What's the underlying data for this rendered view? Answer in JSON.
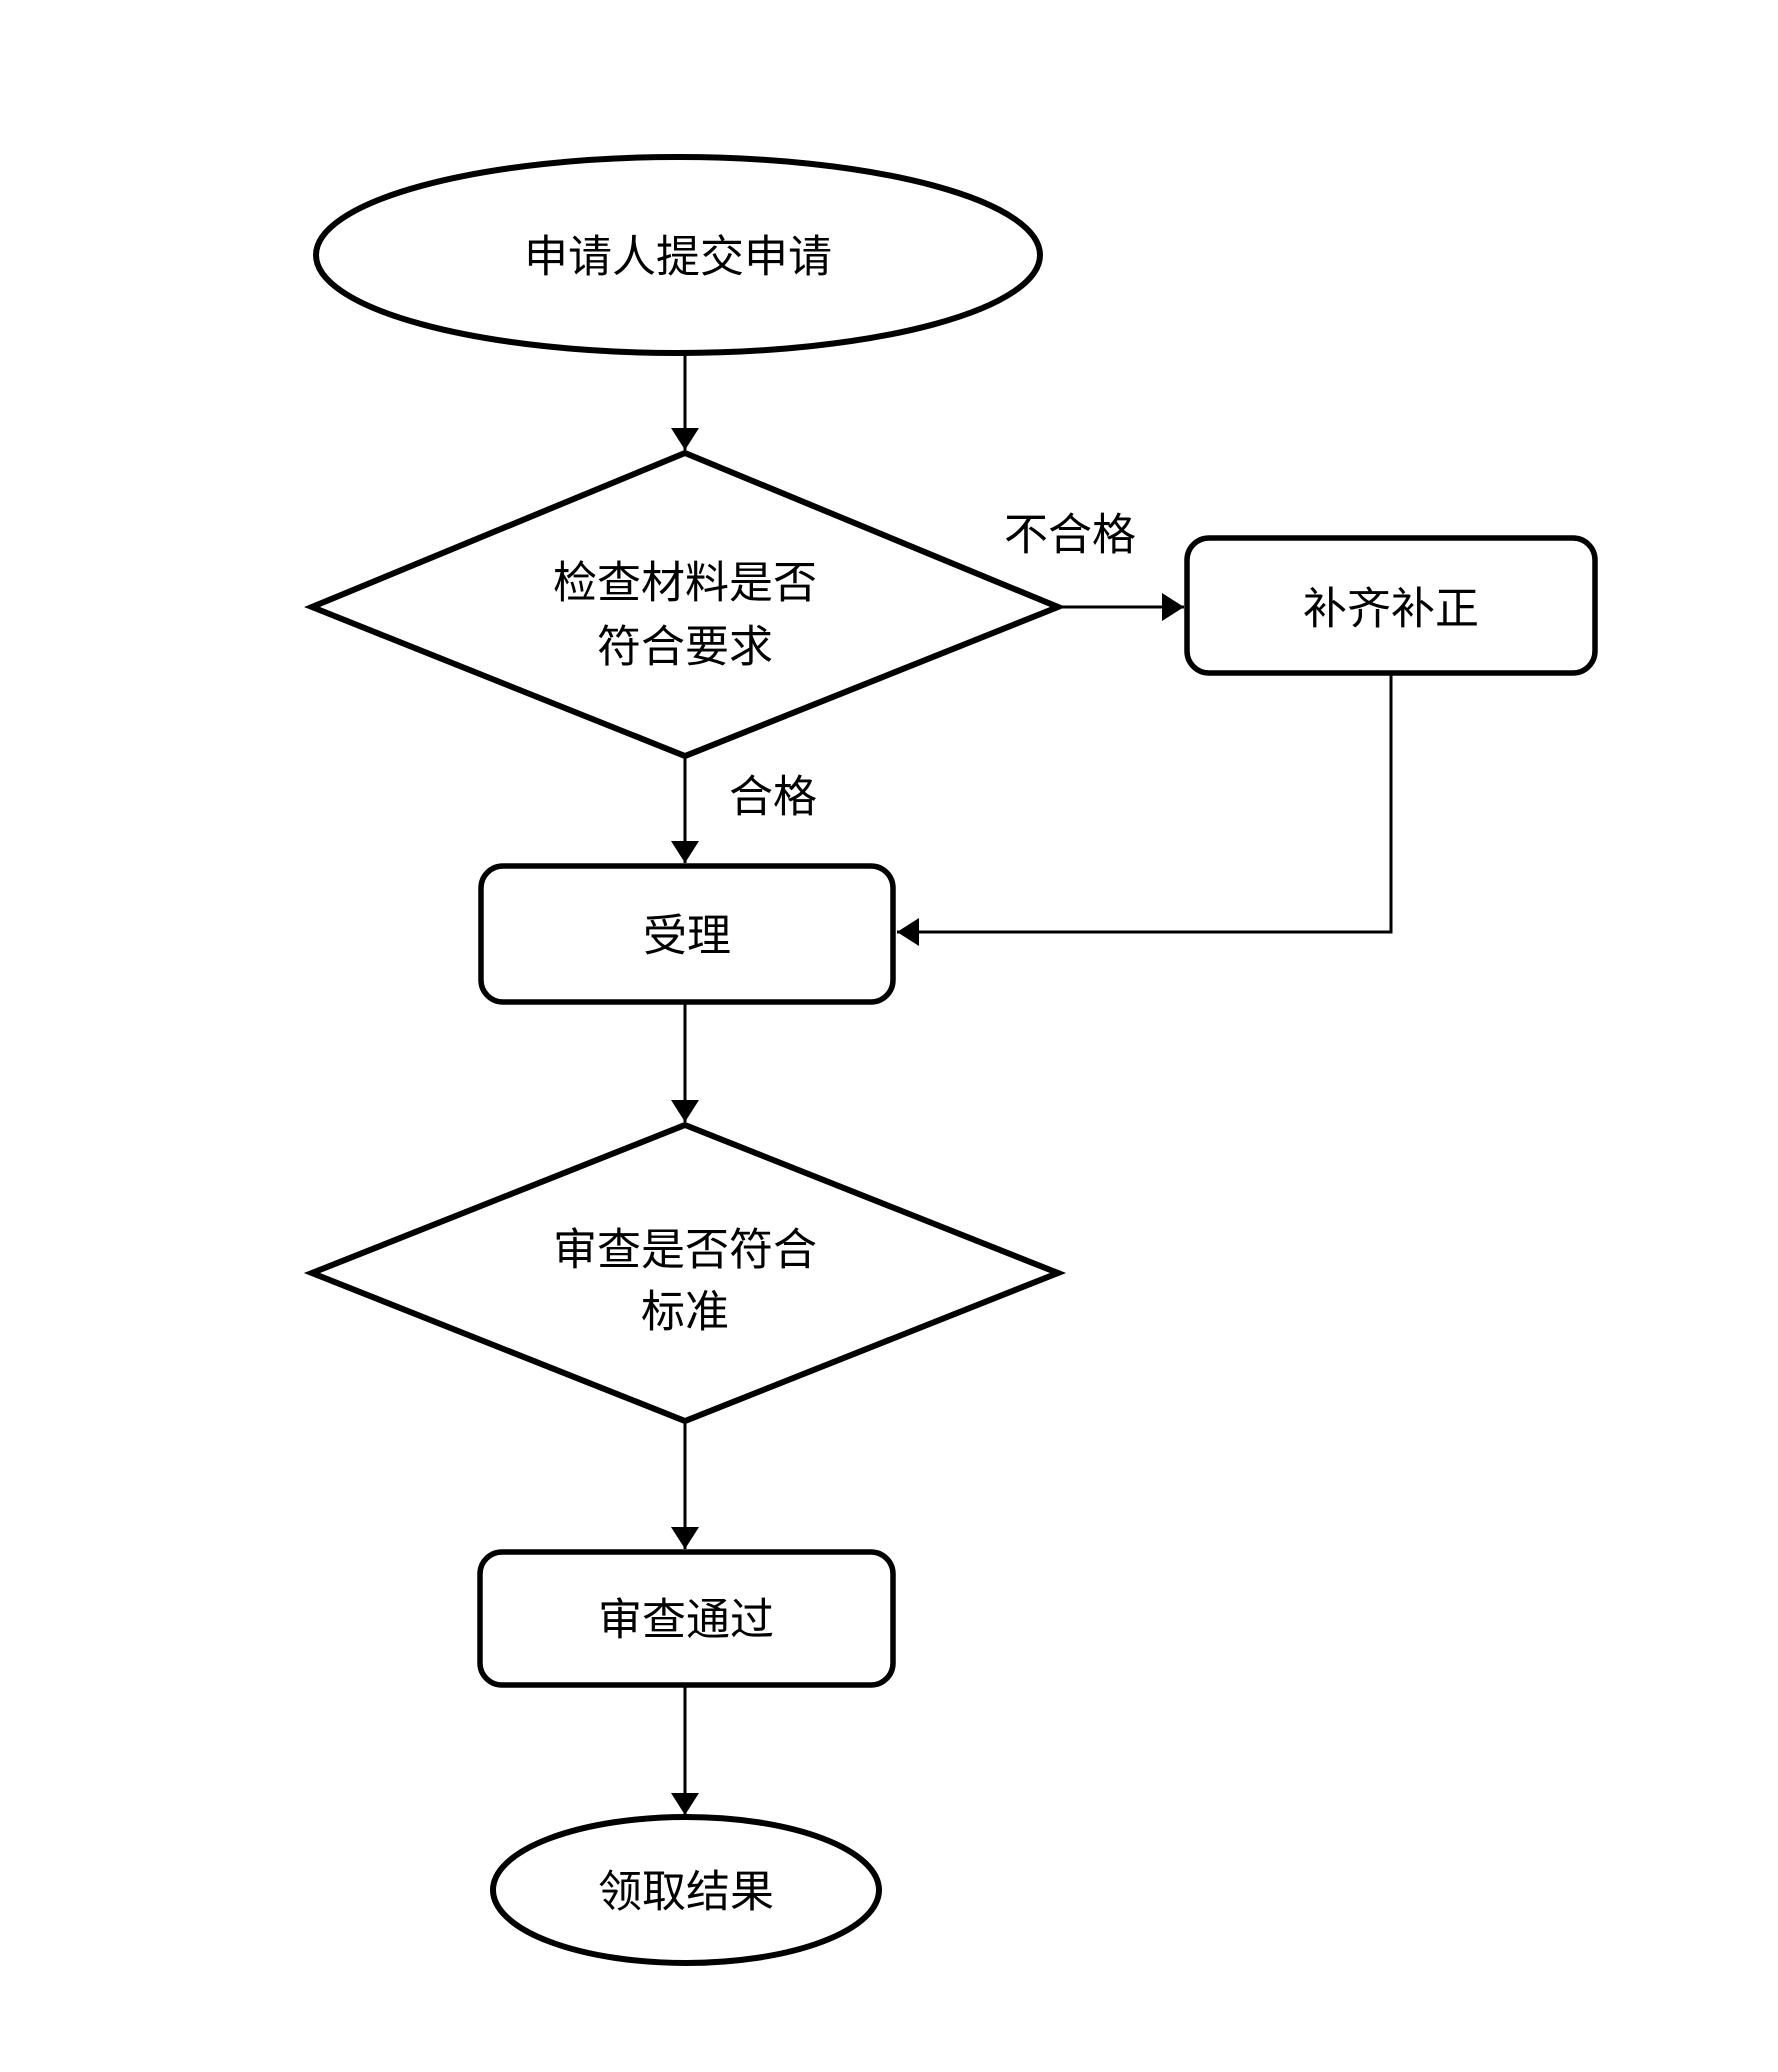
{
  "diagram": {
    "type": "flowchart",
    "colors": {
      "stroke": "#000000",
      "background": "#ffffff",
      "text": "#000000"
    },
    "nodes": {
      "start": {
        "shape": "ellipse",
        "label": "申请人提交申请"
      },
      "check_materials": {
        "shape": "diamond",
        "label": "检查材料是否符合要求",
        "label_line1": "检查材料是否",
        "label_line2": "符合要求"
      },
      "supplement": {
        "shape": "rounded-rectangle",
        "label": "补齐补正"
      },
      "accept": {
        "shape": "rounded-rectangle",
        "label": "受理"
      },
      "review_standard": {
        "shape": "diamond",
        "label": "审查是否符合标准",
        "label_line1": "审查是否符合",
        "label_line2": "标准"
      },
      "review_passed": {
        "shape": "rounded-rectangle",
        "label": "审查通过"
      },
      "end": {
        "shape": "ellipse",
        "label": "领取结果"
      }
    },
    "edges": [
      {
        "from": "start",
        "to": "check_materials",
        "label": ""
      },
      {
        "from": "check_materials",
        "to": "supplement",
        "label": "不合格"
      },
      {
        "from": "check_materials",
        "to": "accept",
        "label": "合格"
      },
      {
        "from": "supplement",
        "to": "accept",
        "label": ""
      },
      {
        "from": "accept",
        "to": "review_standard",
        "label": ""
      },
      {
        "from": "review_standard",
        "to": "review_passed",
        "label": ""
      },
      {
        "from": "review_passed",
        "to": "end",
        "label": ""
      }
    ]
  }
}
